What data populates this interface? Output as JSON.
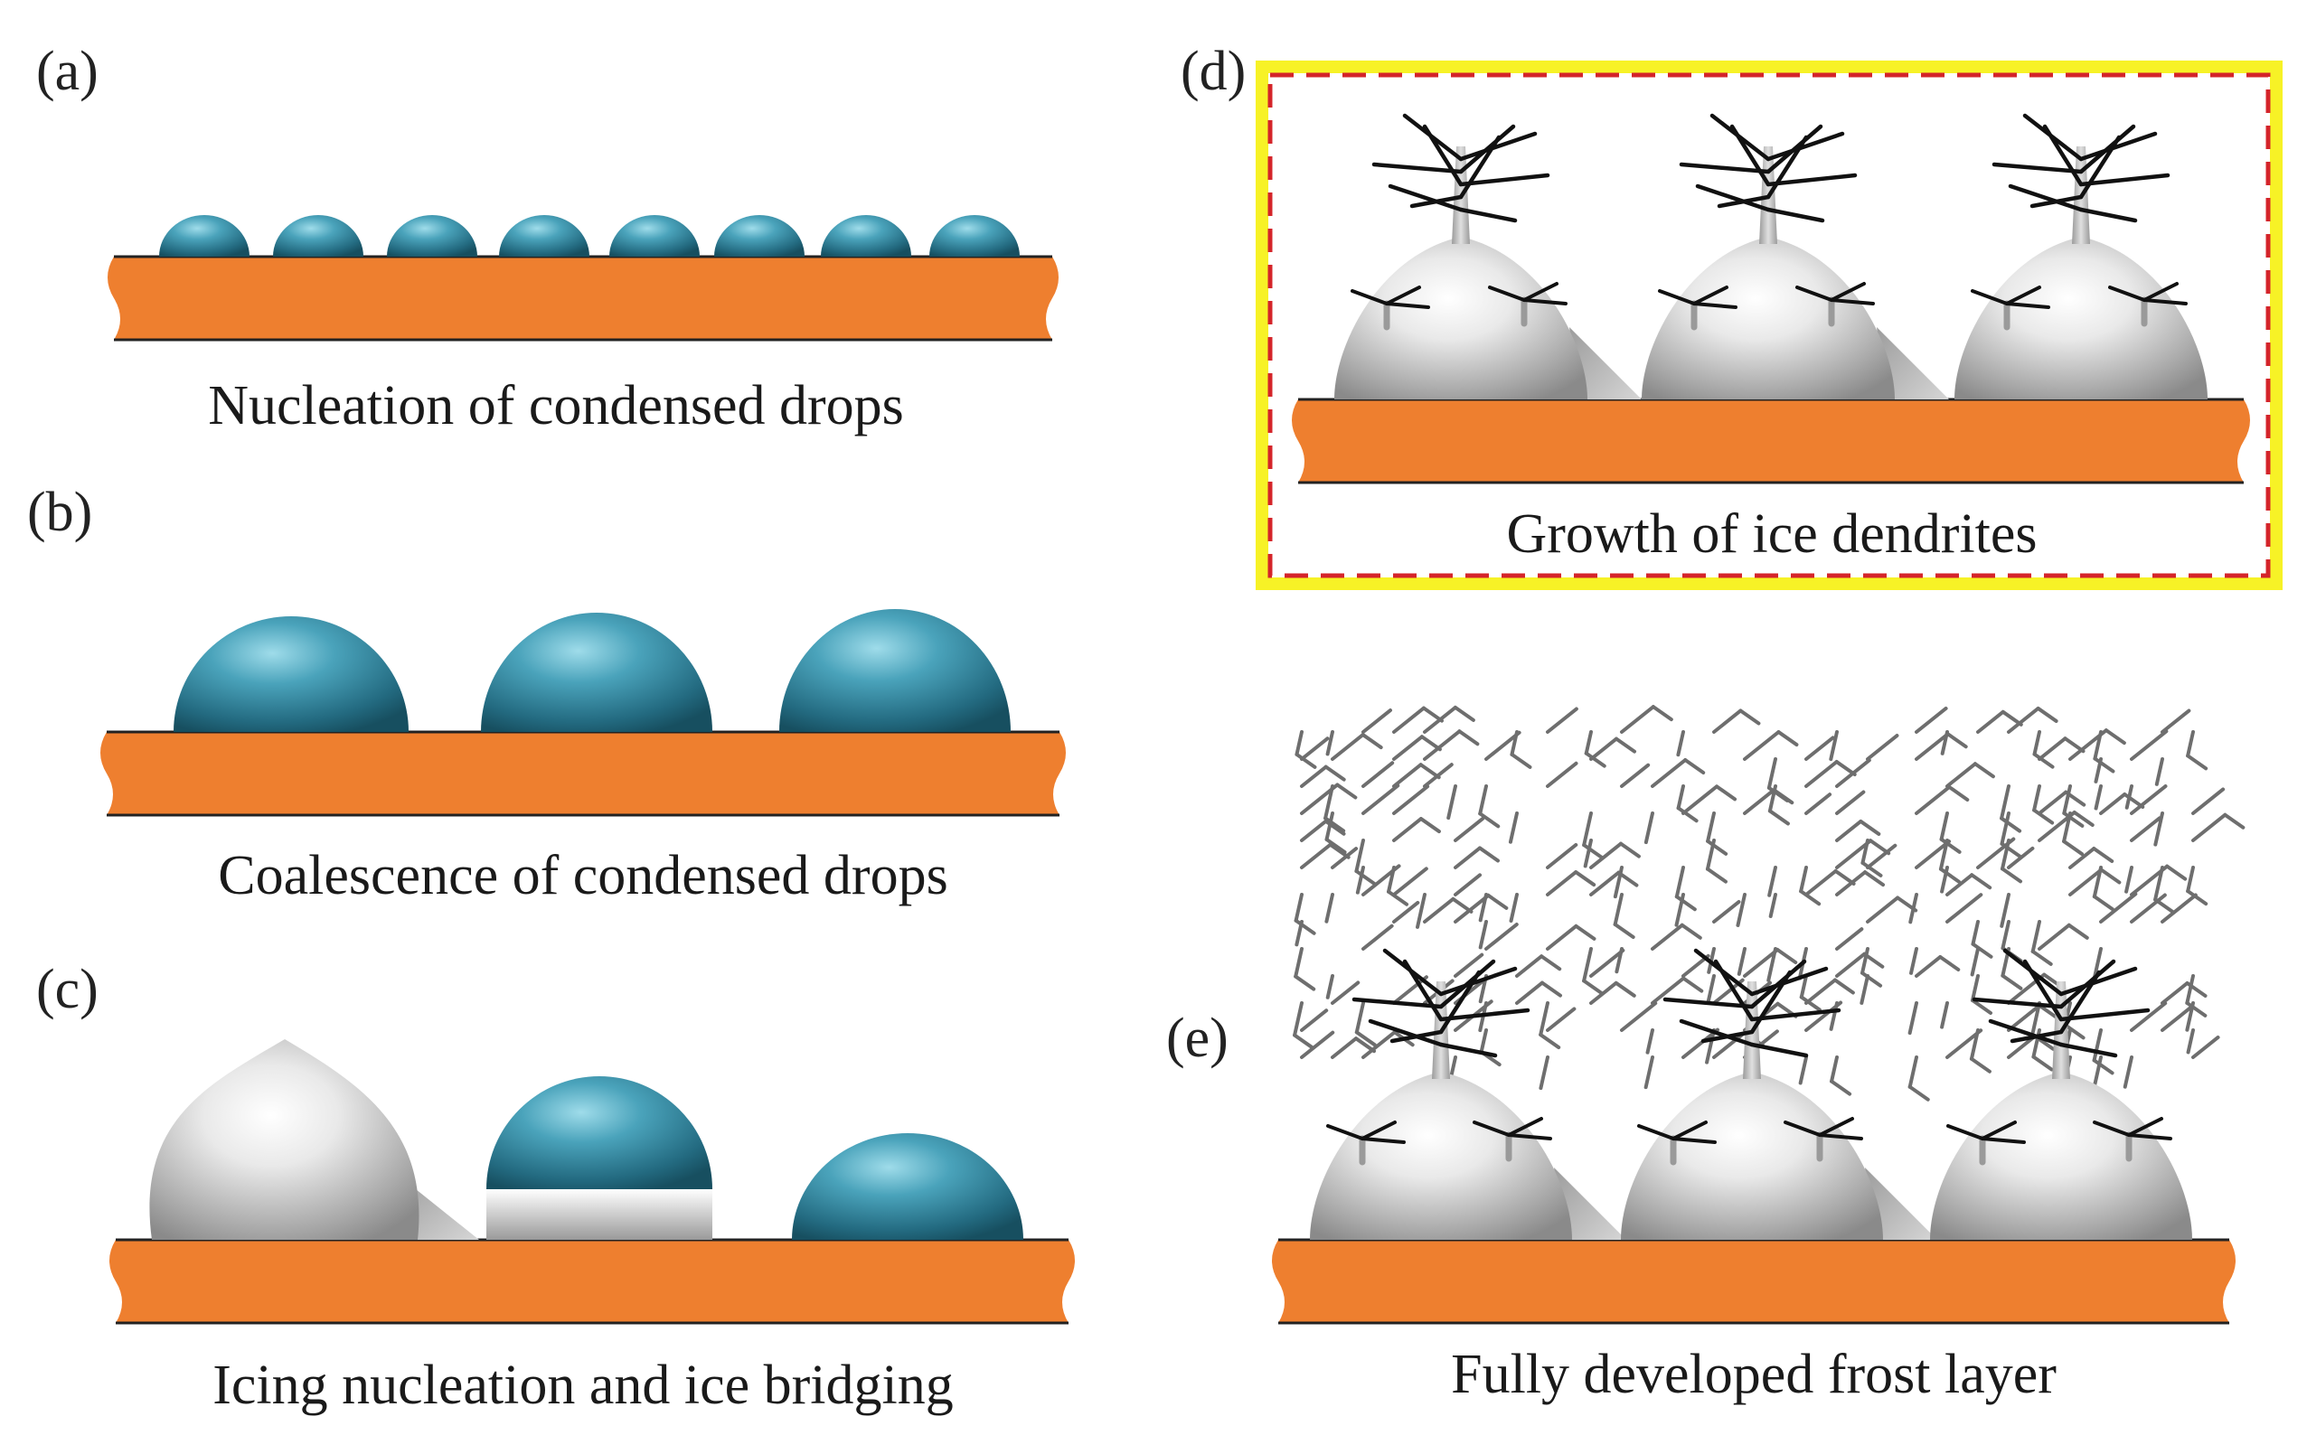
{
  "panels": {
    "a": {
      "letter": "(a)",
      "caption": "Nucleation of condensed drops"
    },
    "b": {
      "letter": "(b)",
      "caption": "Coalescence of condensed drops"
    },
    "c": {
      "letter": "(c)",
      "caption": "Icing nucleation and ice bridging"
    },
    "d": {
      "letter": "(d)",
      "caption": "Growth of ice dendrites"
    },
    "e": {
      "letter": "(e)",
      "caption": "Fully developed frost layer"
    }
  },
  "colors": {
    "substrate": "#ee7f2f",
    "water_drop": "#3b93ab",
    "ice": "#c8c8c8",
    "frost": "#6e6e6e",
    "highlight_glow": "#f6f000",
    "highlight_dash": "#d4242a"
  }
}
